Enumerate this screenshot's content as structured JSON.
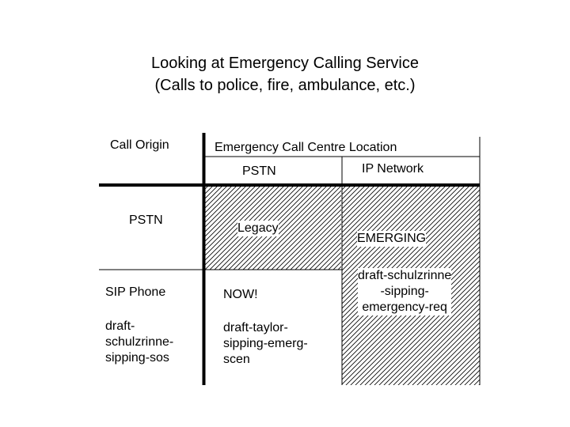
{
  "title": {
    "line1": "Looking at Emergency Calling Service",
    "line2": "(Calls to police, fire, ambulance, etc.)"
  },
  "headers": {
    "call_origin": "Call Origin",
    "call_centre_location": "Emergency Call Centre Location",
    "pstn": "PSTN",
    "ip_network": "IP Network"
  },
  "rows": {
    "pstn": "PSTN",
    "sip_phone": "SIP Phone",
    "sos_draft": [
      "draft-",
      "schulzrinne-",
      "sipping-sos"
    ]
  },
  "cells": {
    "legacy": "Legacy",
    "now": "NOW!",
    "taylor_draft": [
      "draft-taylor-",
      "sipping-emerg-",
      "scen"
    ],
    "emerging": "EMERGING",
    "req_draft": [
      "draft-schulzrinne",
      "-sipping-",
      "emergency-req"
    ]
  }
}
